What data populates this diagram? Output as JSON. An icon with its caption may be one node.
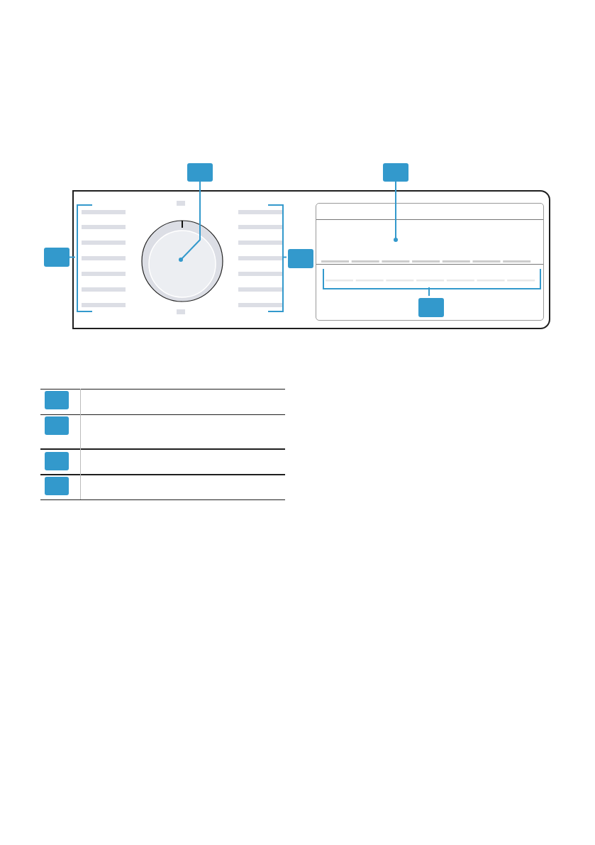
{
  "diagram": {
    "nodes": [
      {
        "text": [],
        "shape": "box"
      },
      {
        "text": [],
        "shape": "box"
      },
      {
        "text": [],
        "shape": "panel"
      },
      {
        "text": [],
        "shape": "box"
      },
      {
        "text": [],
        "shape": "list",
        "in": 2
      },
      {
        "text": [],
        "shape": "circle",
        "in": 2
      },
      {
        "text": [],
        "shape": "list",
        "in": 2
      },
      {
        "text": [],
        "shape": "box",
        "in": 2
      },
      {
        "text": [],
        "shape": "display",
        "in": 2
      },
      {
        "text": [],
        "shape": "bar",
        "in": 8
      },
      {
        "text": [],
        "shape": "box",
        "in": 8
      },
      {
        "text": [],
        "shape": "box"
      },
      {
        "text": [],
        "shape": "box"
      },
      {
        "text": [],
        "shape": "box"
      },
      {
        "text": [],
        "shape": "box"
      }
    ],
    "edges": [
      {
        "from": 0,
        "to": 5,
        "arrow": "other"
      },
      {
        "from": 1,
        "to": 8,
        "arrow": "other"
      },
      {
        "from": 3,
        "to": 4,
        "arrow": "none"
      },
      {
        "from": 7,
        "to": 6,
        "arrow": "none"
      },
      {
        "from": 10,
        "to": 9,
        "arrow": "none"
      }
    ]
  }
}
